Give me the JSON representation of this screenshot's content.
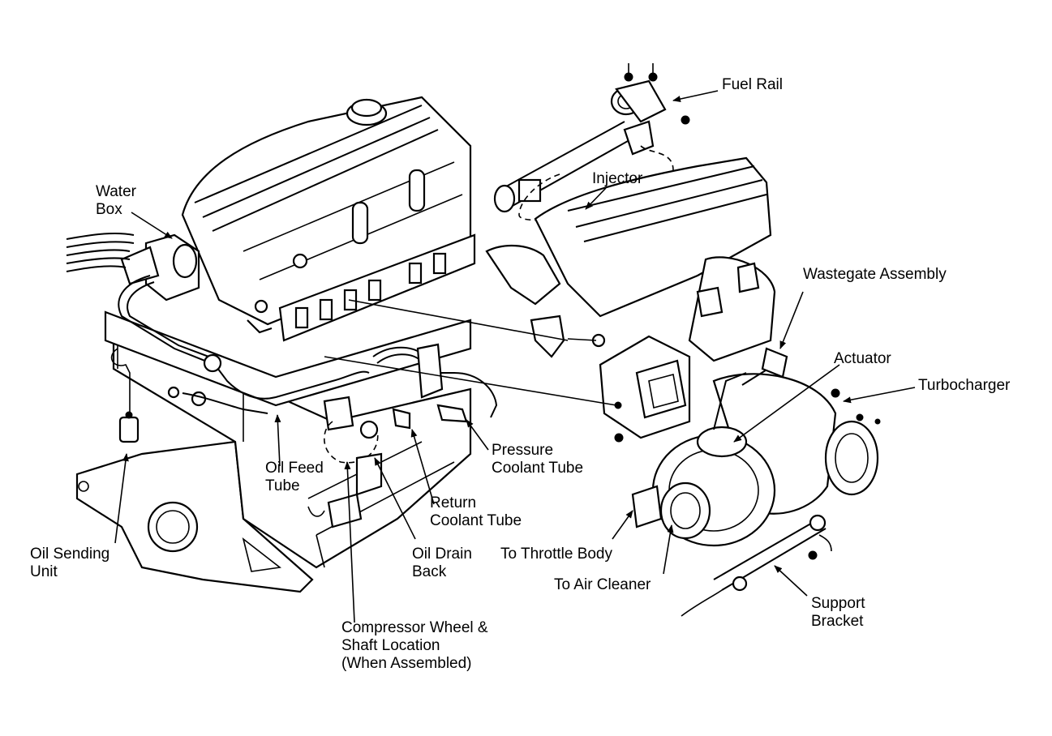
{
  "labels": {
    "water_box": [
      "Water",
      "Box"
    ],
    "fuel_rail": "Fuel Rail",
    "injector": "Injector",
    "wastegate_assembly": "Wastegate Assembly",
    "actuator": "Actuator",
    "turbocharger": "Turbocharger",
    "pressure_coolant_tube": [
      "Pressure",
      "Coolant Tube"
    ],
    "oil_feed_tube": [
      "Oil Feed",
      "Tube"
    ],
    "return_coolant_tube": [
      "Return",
      "Coolant Tube"
    ],
    "to_throttle_body": "To Throttle Body",
    "oil_sending_unit": [
      "Oil Sending",
      "Unit"
    ],
    "oil_drain_back": [
      "Oil Drain",
      "Back"
    ],
    "to_air_cleaner": "To Air Cleaner",
    "support_bracket": [
      "Support",
      "Bracket"
    ],
    "compressor_wheel": [
      "Compressor Wheel &",
      "Shaft Location",
      "(When Assembled)"
    ]
  }
}
